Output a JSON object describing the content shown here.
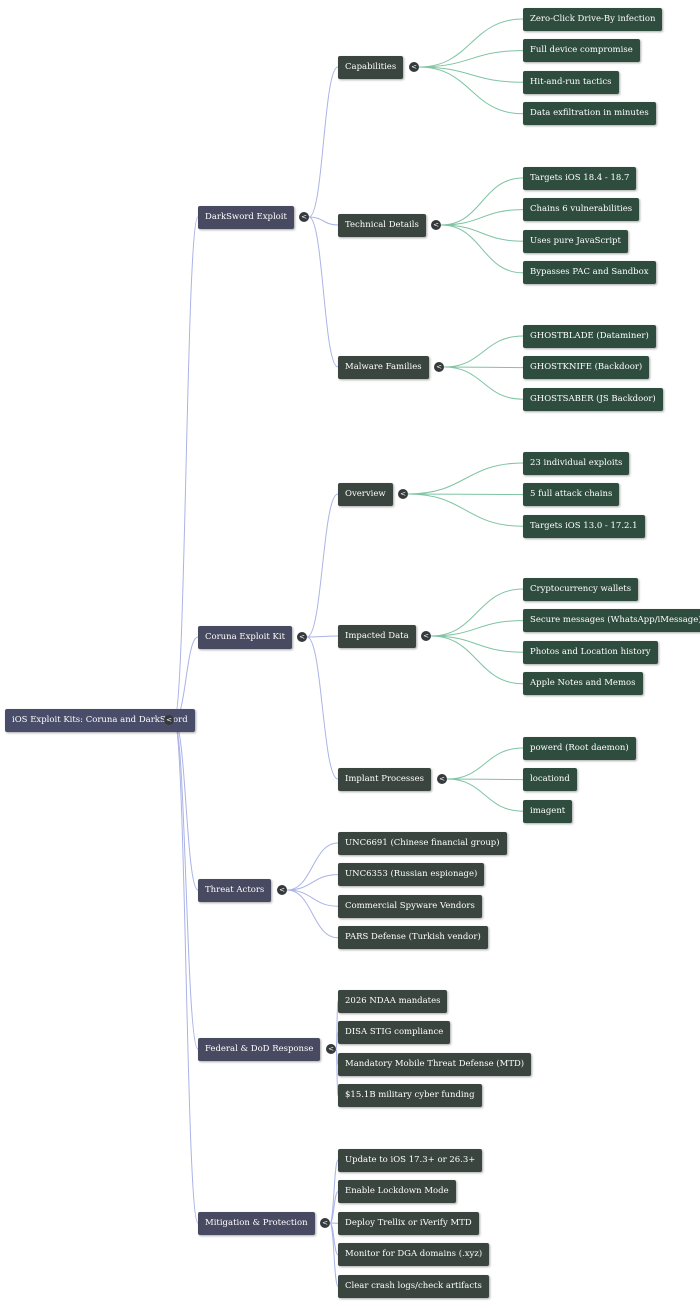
{
  "toggle_glyph": "<",
  "colors": {
    "root": "#4a4d69",
    "branch": "#474a60",
    "sub": "#3b453f",
    "leaf": "#2f4d3f",
    "link_blue": "#aab3e6",
    "link_green": "#7fc4a2"
  },
  "mindmap": {
    "root": "iOS Exploit Kits: Coruna and DarkSword",
    "branches": [
      {
        "label": "DarkSword Exploit",
        "children": [
          {
            "label": "Capabilities",
            "children": [
              "Zero-Click Drive-By infection",
              "Full device compromise",
              "Hit-and-run tactics",
              "Data exfiltration in minutes"
            ]
          },
          {
            "label": "Technical Details",
            "children": [
              "Targets iOS 18.4 - 18.7",
              "Chains 6 vulnerabilities",
              "Uses pure JavaScript",
              "Bypasses PAC and Sandbox"
            ]
          },
          {
            "label": "Malware Families",
            "children": [
              "GHOSTBLADE (Dataminer)",
              "GHOSTKNIFE (Backdoor)",
              "GHOSTSABER (JS Backdoor)"
            ]
          }
        ]
      },
      {
        "label": "Coruna Exploit Kit",
        "children": [
          {
            "label": "Overview",
            "children": [
              "23 individual exploits",
              "5 full attack chains",
              "Targets iOS 13.0 - 17.2.1"
            ]
          },
          {
            "label": "Impacted Data",
            "children": [
              "Cryptocurrency wallets",
              "Secure messages (WhatsApp/iMessage)",
              "Photos and Location history",
              "Apple Notes and Memos"
            ]
          },
          {
            "label": "Implant Processes",
            "children": [
              "powerd (Root daemon)",
              "locationd",
              "imagent"
            ]
          }
        ]
      },
      {
        "label": "Threat Actors",
        "children": [
          "UNC6691 (Chinese financial group)",
          "UNC6353 (Russian espionage)",
          "Commercial Spyware Vendors",
          "PARS Defense (Turkish vendor)"
        ]
      },
      {
        "label": "Federal & DoD Response",
        "children": [
          "2026 NDAA mandates",
          "DISA STIG compliance",
          "Mandatory Mobile Threat Defense (MTD)",
          "$15.1B military cyber funding"
        ]
      },
      {
        "label": "Mitigation & Protection",
        "children": [
          "Update to iOS 17.3+ or 26.3+",
          "Enable Lockdown Mode",
          "Deploy Trellix or iVerify MTD",
          "Monitor for DGA domains (.xyz)",
          "Clear crash logs/check artifacts"
        ]
      }
    ]
  }
}
